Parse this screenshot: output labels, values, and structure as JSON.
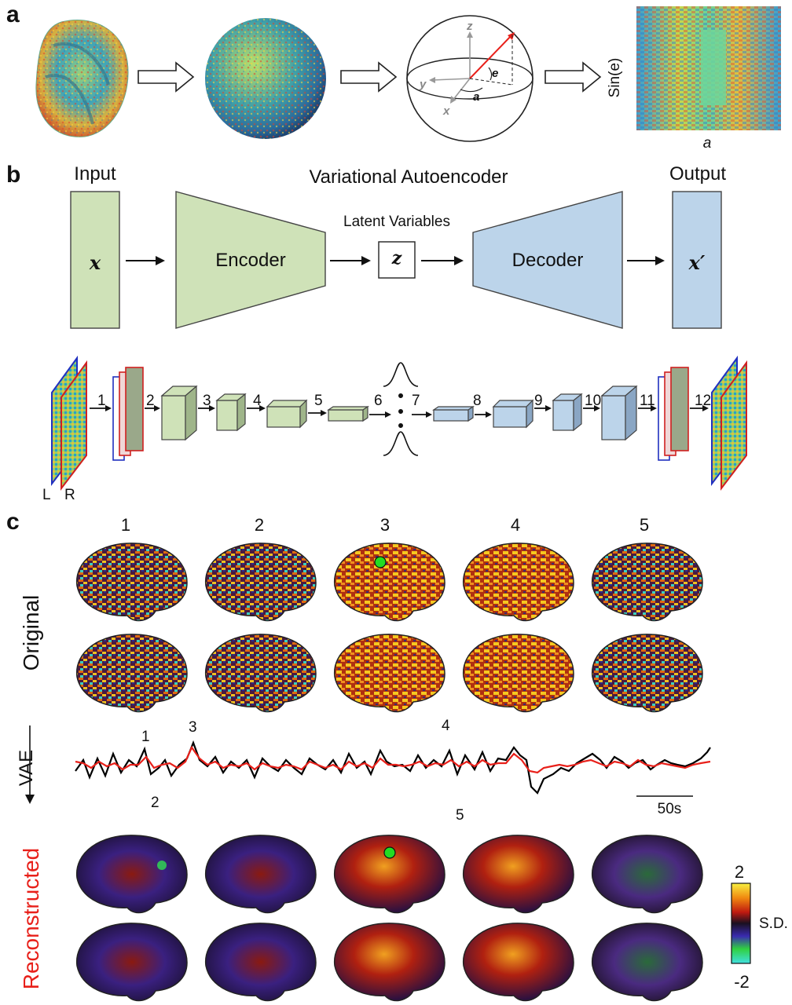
{
  "panels": {
    "a": {
      "letter": "a",
      "sphere_labels": {
        "z": "z",
        "y": "y",
        "x": "x",
        "e": "e",
        "a": "a"
      },
      "grid_ylabel": "Sin(e)",
      "grid_xlabel": "a"
    },
    "b": {
      "letter": "b",
      "title": "Variational Autoencoder",
      "input_label": "Input",
      "output_label": "Output",
      "input_symbol": "x",
      "output_symbol": "x′",
      "encoder_label": "Encoder",
      "decoder_label": "Decoder",
      "latent_label": "Latent Variables",
      "latent_symbol": "z",
      "hemi_left": "L",
      "hemi_right": "R",
      "layer_numbers": [
        "1",
        "2",
        "3",
        "4",
        "5",
        "6",
        "7",
        "8",
        "9",
        "10",
        "11",
        "12"
      ]
    },
    "c": {
      "letter": "c",
      "column_numbers": [
        "1",
        "2",
        "3",
        "4",
        "5"
      ],
      "original_label": "Original",
      "vae_label": "VAE",
      "reconstructed_label": "Reconstructed",
      "trace_peak_labels": [
        "1",
        "2",
        "3",
        "4",
        "5"
      ],
      "scale_bar_label": "50s",
      "colorbar_max": "2",
      "colorbar_min": "-2",
      "colorbar_unit": "S.D."
    }
  },
  "colors": {
    "encoder_fill": "#cfe2b8",
    "decoder_fill": "#bcd4ea",
    "trace_black": "#000000",
    "trace_red": "#e8201a",
    "reconstructed_text": "#e8201a",
    "marker_green": "#22dd22"
  }
}
